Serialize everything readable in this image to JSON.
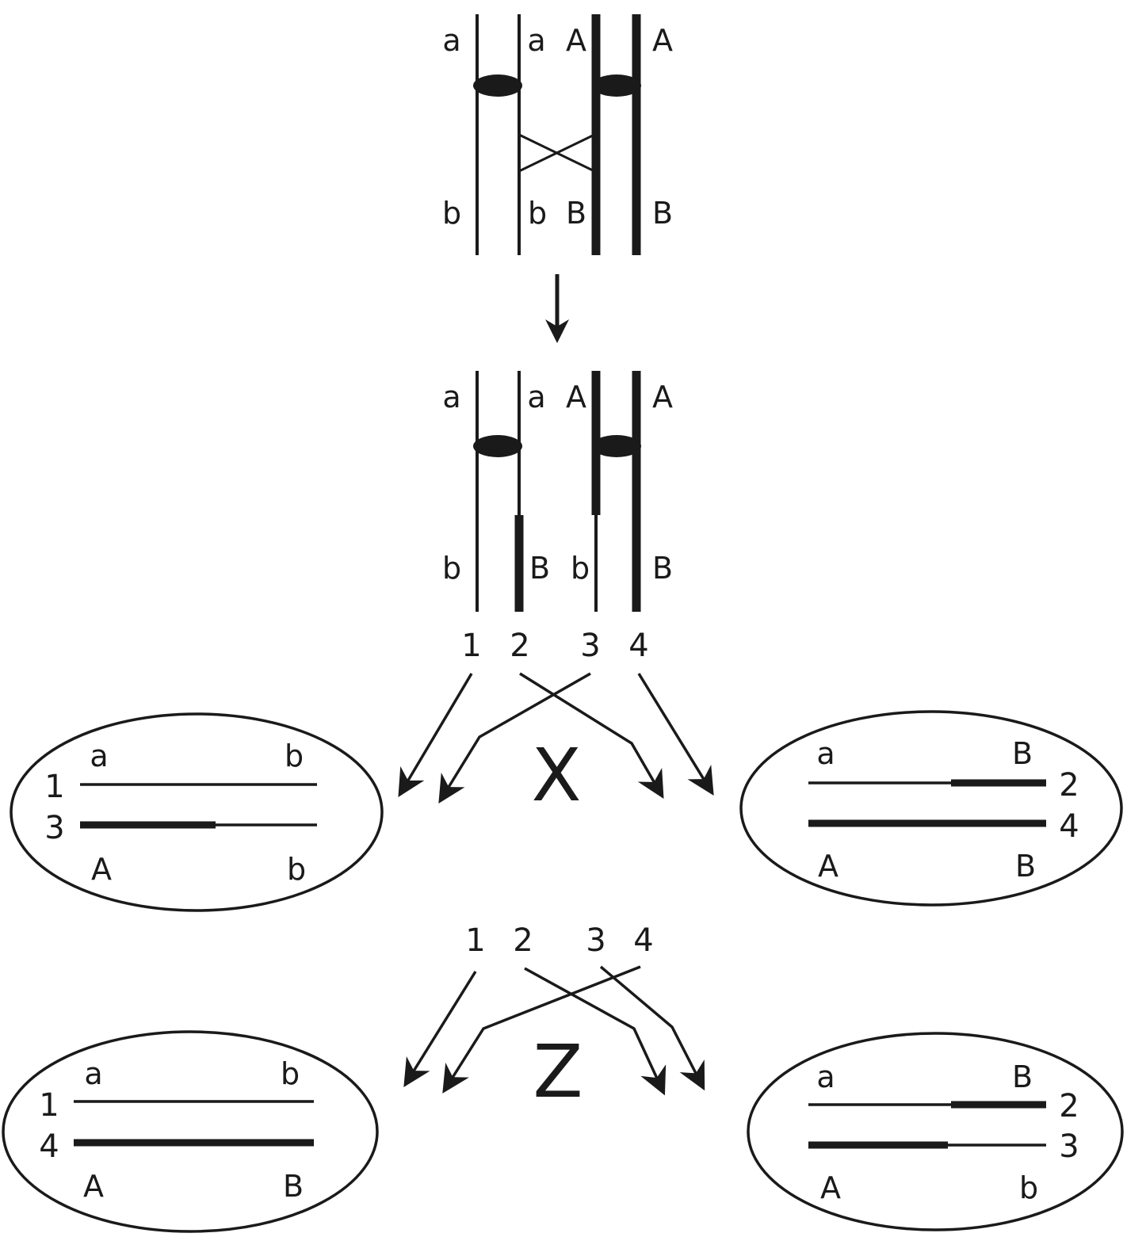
{
  "stage1": {
    "top_labels": [
      "a",
      "a",
      "A",
      "A"
    ],
    "bottom_labels": [
      "b",
      "b",
      "B",
      "B"
    ]
  },
  "stage2": {
    "top_labels": [
      "a",
      "a",
      "A",
      "A"
    ],
    "bottom_labels": [
      "b",
      "B",
      "b",
      "B"
    ],
    "strand_numbers": [
      "1",
      "2",
      "3",
      "4"
    ]
  },
  "division_x": {
    "label": "X",
    "numbers": [
      "1",
      "2",
      "3",
      "4"
    ],
    "left_cell": {
      "top_labels": [
        "a",
        "b"
      ],
      "bottom_labels": [
        "A",
        "b"
      ],
      "strand_numbers": [
        "1",
        "3"
      ]
    },
    "right_cell": {
      "top_labels": [
        "a",
        "B"
      ],
      "bottom_labels": [
        "A",
        "B"
      ],
      "strand_numbers": [
        "2",
        "4"
      ]
    }
  },
  "division_z": {
    "label": "Z",
    "numbers": [
      "1",
      "2",
      "3",
      "4"
    ],
    "left_cell": {
      "top_labels": [
        "a",
        "b"
      ],
      "bottom_labels": [
        "A",
        "B"
      ],
      "strand_numbers": [
        "1",
        "4"
      ]
    },
    "right_cell": {
      "top_labels": [
        "a",
        "B"
      ],
      "bottom_labels": [
        "A",
        "b"
      ],
      "strand_numbers": [
        "2",
        "3"
      ]
    }
  },
  "colors": {
    "ink": "#1a1a1a",
    "background": "#ffffff"
  }
}
